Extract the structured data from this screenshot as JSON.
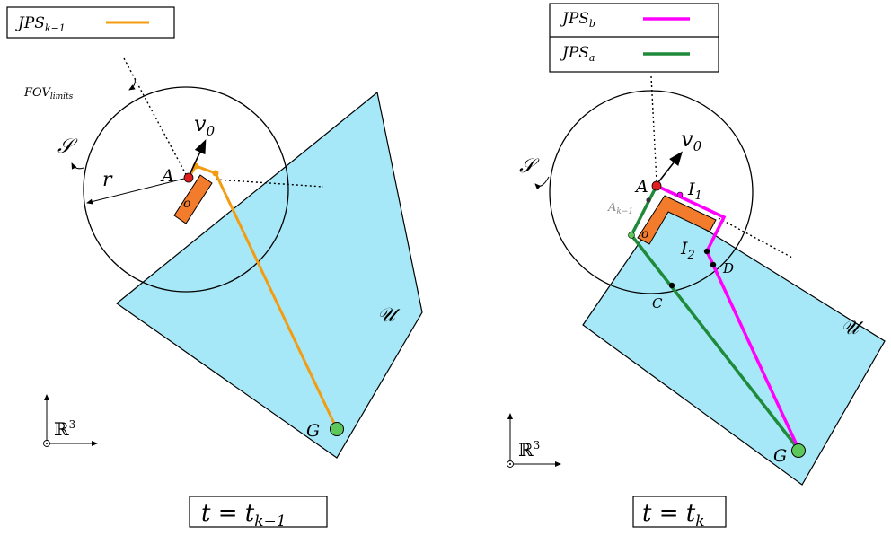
{
  "left_panel": {
    "legend_label": "JPS",
    "legend_sub": "k−1",
    "legend_color": "#f39c12",
    "fov_label": "FOV",
    "fov_sub": "limits",
    "sphere_label": "𝒮",
    "radius_label": "r",
    "velocity_label": "v",
    "velocity_sub": "0",
    "point_a_label": "A",
    "obstacle_label": "o",
    "unknown_label": "𝒰",
    "goal_label": "G",
    "frame_label": "ℝ",
    "frame_sup": "3",
    "time_caption": "t = t",
    "time_sub": "k−1"
  },
  "right_panel": {
    "legend_b_label": "JPS",
    "legend_b_sub": "b",
    "legend_b_color": "#ff00ff",
    "legend_a_label": "JPS",
    "legend_a_sub": "a",
    "legend_a_color": "#1e8a3a",
    "sphere_label": "𝒮",
    "velocity_label": "v",
    "velocity_sub": "0",
    "point_a_label": "A",
    "prev_a_label": "A",
    "prev_a_sub": "k−1",
    "i1_label": "I",
    "i1_sub": "1",
    "i2_label": "I",
    "i2_sub": "2",
    "d_label": "D",
    "c_label": "C",
    "obstacle_label": "o",
    "unknown_label": "𝒰",
    "goal_label": "G",
    "frame_label": "ℝ",
    "frame_sup": "3",
    "time_caption": "t = t",
    "time_sub": "k"
  },
  "colors": {
    "unknown_fill": "#a6e8f7",
    "obstacle_fill": "#f27c2c",
    "goal_fill": "#5cc85c",
    "point_a": "#e02020"
  }
}
